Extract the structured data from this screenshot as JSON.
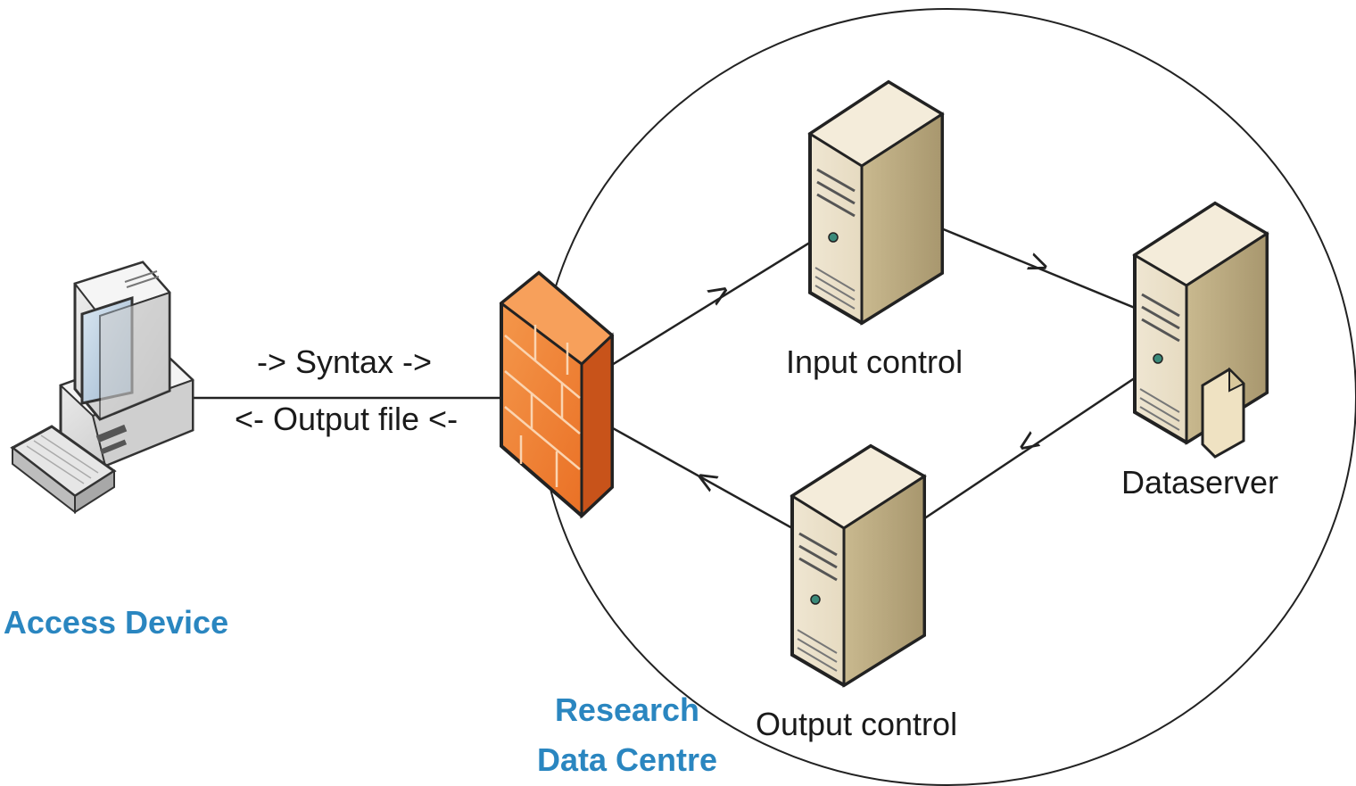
{
  "diagram": {
    "nodes": {
      "access_device": {
        "label": "Access Device",
        "icon": "desktop-computer-icon"
      },
      "firewall": {
        "label": "",
        "icon": "firewall-icon"
      },
      "research_centre": {
        "label_line1": "Research",
        "label_line2": "Data Centre"
      },
      "input_control": {
        "label": "Input control",
        "icon": "server-icon"
      },
      "output_control": {
        "label": "Output control",
        "icon": "server-icon"
      },
      "dataserver": {
        "label": "Dataserver",
        "icon": "server-with-document-icon"
      }
    },
    "links": {
      "syntax": "-> Syntax ->",
      "output_file": "<- Output file <-"
    },
    "arrow_marks": {
      "firewall_to_input": ">",
      "input_to_dataserver": ">",
      "dataserver_to_output": "<",
      "output_to_firewall": "<"
    },
    "colors": {
      "firewall_orange": "#f07a2c",
      "firewall_dark": "#c8531a",
      "server_body": "#e8dcc3",
      "server_side": "#b9a983",
      "label_blue": "#2a86c0",
      "line": "#222222"
    }
  }
}
